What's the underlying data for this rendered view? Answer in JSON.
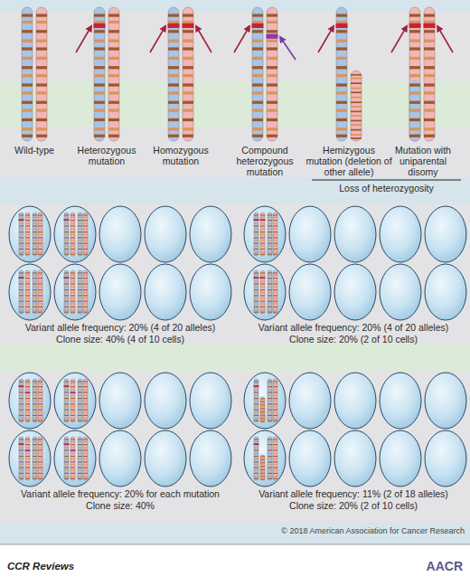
{
  "diagram": {
    "labels": [
      "Wild-type",
      "Heterozygous mutation",
      "Homozygous mutation",
      "Compound heterozygous mutation",
      "Hemizygous mutation (deletion of other allele)",
      "Mutation with uniparental disomy",
      "Loss of heterozygosity",
      "Variant allele frequency: 20% (4 of 20 alleles)",
      "Clone size: 40% (4 of 10 cells)",
      "Variant allele frequency: 20% (4 of 20 alleles)",
      "Clone size: 20% (2 of 10 cells)",
      "Variant allele frequency: 20% for each mutation",
      "Clone size: 40%",
      "Variant allele frequency: 11% (2 of 18 alleles)",
      "Clone size: 20% (2 of 10 cells)",
      "© 2018 American Association for Cancer Research",
      "CCR Reviews",
      "AACR"
    ]
  }
}
